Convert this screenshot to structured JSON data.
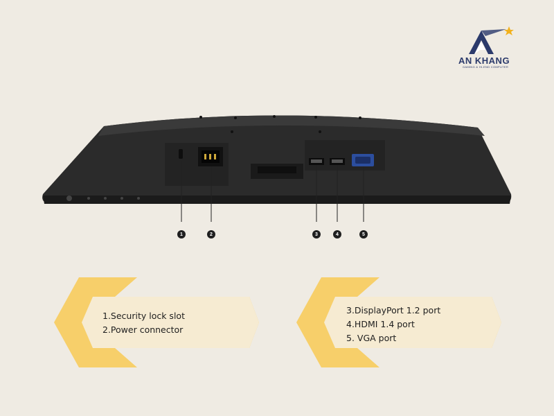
{
  "brand": {
    "name": "AN KHANG",
    "tagline": "GAMING & HI-END COMPUTER",
    "colors": {
      "navy": "#2b3a6b",
      "star": "#f2b11c"
    }
  },
  "callouts": [
    "1",
    "2",
    "3",
    "4",
    "5"
  ],
  "legend_left": {
    "items": [
      "1.Security lock slot",
      "2.Power connector"
    ]
  },
  "legend_right": {
    "items": [
      "3.DisplayPort 1.2 port",
      "4.HDMI 1.4 port",
      "5. VGA port"
    ]
  },
  "colors": {
    "background": "#efebe3",
    "panel_outer": "#f7cf6a",
    "panel_inner": "#f6ebd2",
    "monitor_body": "#2a2a2a"
  }
}
